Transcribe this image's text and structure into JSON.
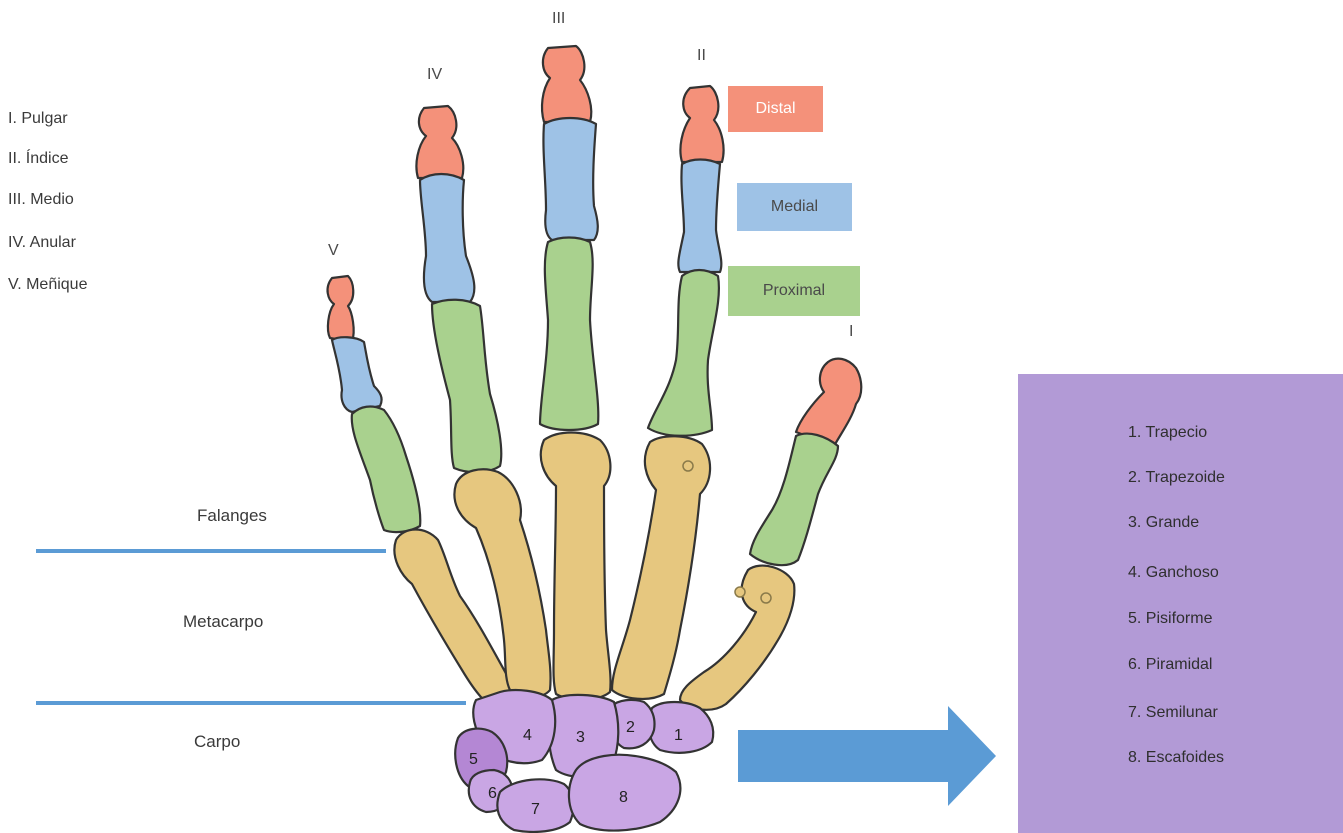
{
  "finger_names": [
    "I. Pulgar",
    "II. Índice",
    "III. Medio",
    "IV. Anular",
    "V. Meñique"
  ],
  "finger_numerals": {
    "i": "I",
    "ii": "II",
    "iii": "III",
    "iv": "IV",
    "v": "V"
  },
  "phalanx_legend": {
    "distal": "Distal",
    "medial": "Medial",
    "proximal": "Proximal"
  },
  "regions": {
    "falanges": "Falanges",
    "metacarpo": "Metacarpo",
    "carpo": "Carpo"
  },
  "carpal_numbers": [
    "1",
    "2",
    "3",
    "4",
    "5",
    "6",
    "7",
    "8"
  ],
  "carpal_bones": [
    "1. Trapecio",
    "2. Trapezoide",
    "3. Grande",
    "4. Ganchoso",
    "5. Pisiforme",
    "6. Piramidal",
    "7. Semilunar",
    "8. Escafoides"
  ],
  "colors": {
    "distal": "#f4917a",
    "medial": "#9ec2e6",
    "proximal": "#a9d18e",
    "metacarpal": "#e6c77f",
    "carpal": "#c9a6e4",
    "panel": "#b29ad6",
    "arrow": "#5b9bd5",
    "line": "#5b9bd5"
  }
}
